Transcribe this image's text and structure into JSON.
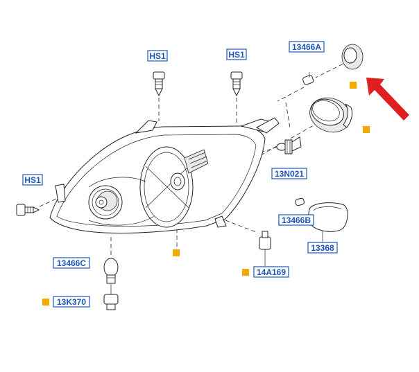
{
  "diagram": {
    "part_labels": [
      {
        "key": "hs1_top_left",
        "text": "HS1"
      },
      {
        "key": "hs1_top_right",
        "text": "HS1"
      },
      {
        "key": "hs1_side",
        "text": "HS1"
      },
      {
        "key": "p13466a",
        "text": "13466A"
      },
      {
        "key": "p13n021",
        "text": "13N021"
      },
      {
        "key": "p13466b",
        "text": "13466B"
      },
      {
        "key": "p13368",
        "text": "13368"
      },
      {
        "key": "p14a169",
        "text": "14A169"
      },
      {
        "key": "p13466c",
        "text": "13466C"
      },
      {
        "key": "p13k370",
        "text": "13K370"
      }
    ],
    "marker_color": "#f5a800",
    "arrow_color": "#e02020",
    "label_color": "#1c56b8"
  }
}
